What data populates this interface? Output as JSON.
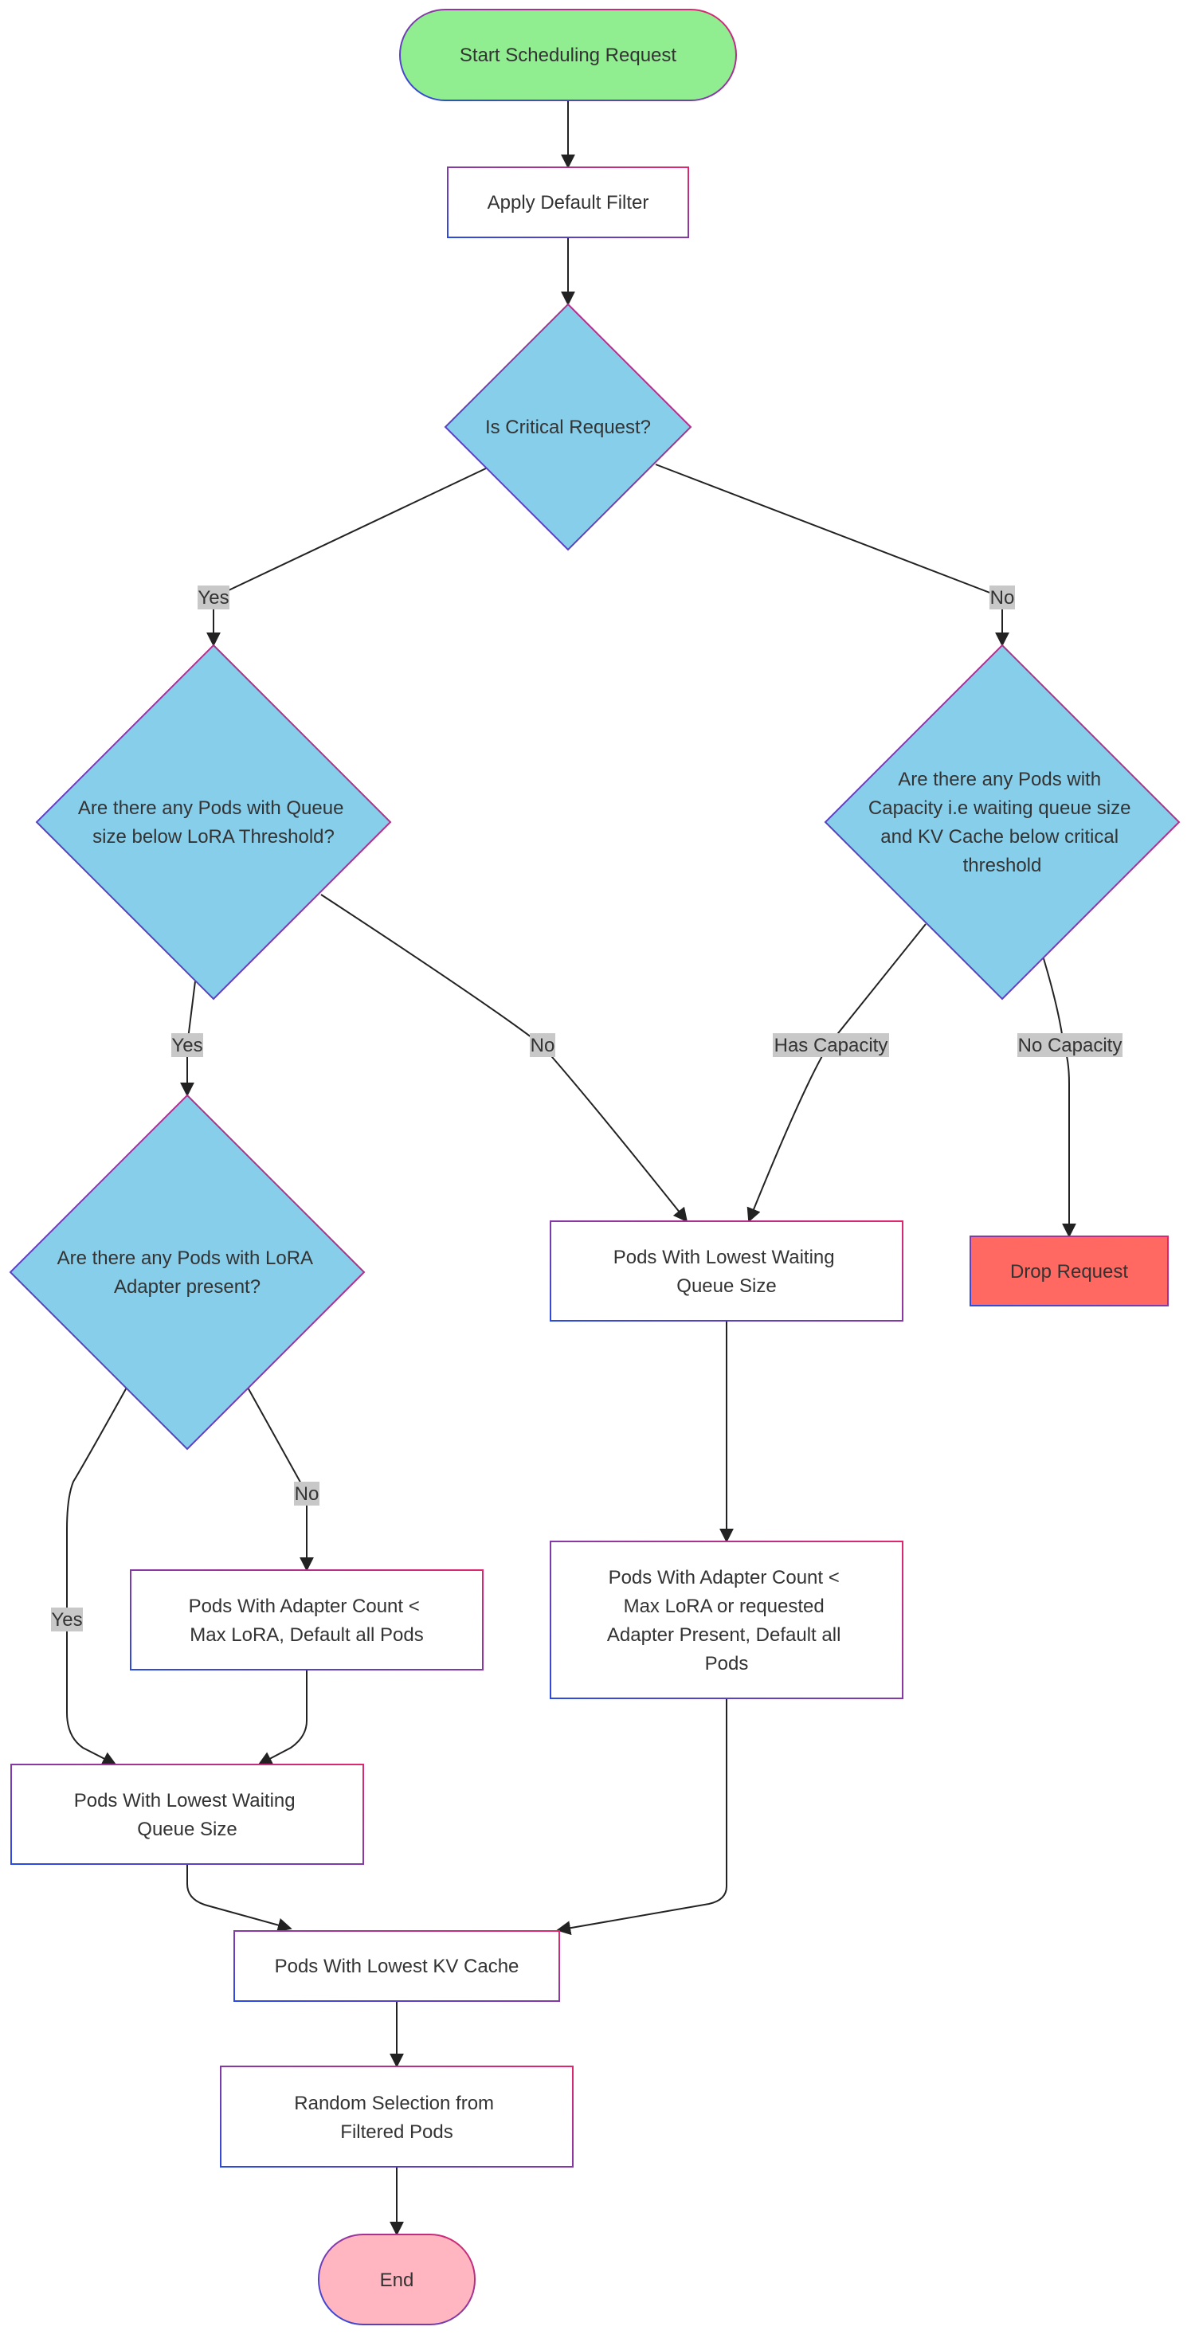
{
  "colors": {
    "terminal_start_fill": "#90ee90",
    "terminal_end_fill": "#ffb6c1",
    "decision_fill": "#87ceeb",
    "process_fill": "#ffffff",
    "drop_fill": "#ff6961",
    "border_gradient": [
      "#2b4be0",
      "#e0276d"
    ],
    "edge_color": "#222222",
    "edge_label_bg": "#c8c8c8"
  },
  "nodes": {
    "start": {
      "lines": [
        "Start Scheduling Request"
      ]
    },
    "default_filter": {
      "lines": [
        "Apply Default Filter"
      ]
    },
    "critical": {
      "lines": [
        "Is Critical Request?"
      ]
    },
    "queue_threshold": {
      "lines": [
        "Are there any Pods with Queue",
        "size below LoRA Threshold?"
      ]
    },
    "capacity": {
      "lines": [
        "Are there any Pods with",
        "Capacity i.e  waiting queue size",
        "and KV Cache below critical",
        "threshold"
      ]
    },
    "lora_present": {
      "lines": [
        "Are there any Pods with LoRA",
        "Adapter present?"
      ]
    },
    "lowest_queue_mid": {
      "lines": [
        "Pods With Lowest Waiting",
        "Queue Size"
      ]
    },
    "drop": {
      "lines": [
        "Drop Request"
      ]
    },
    "adapter_count_left": {
      "lines": [
        "Pods With Adapter Count <",
        "Max LoRA, Default all Pods"
      ]
    },
    "adapter_count_mid": {
      "lines": [
        "Pods With Adapter Count <",
        "Max LoRA or requested",
        "Adapter Present, Default all",
        "Pods"
      ]
    },
    "lowest_queue_left": {
      "lines": [
        "Pods With Lowest Waiting",
        "Queue Size"
      ]
    },
    "lowest_kv": {
      "lines": [
        "Pods With Lowest KV Cache"
      ]
    },
    "random": {
      "lines": [
        "Random Selection from",
        "Filtered Pods"
      ]
    },
    "end": {
      "lines": [
        "End"
      ]
    }
  },
  "edge_labels": {
    "critical_yes": "Yes",
    "critical_no": "No",
    "queue_yes": "Yes",
    "queue_no": "No",
    "has_capacity": "Has Capacity",
    "no_capacity": "No Capacity",
    "lora_yes": "Yes",
    "lora_no": "No"
  }
}
